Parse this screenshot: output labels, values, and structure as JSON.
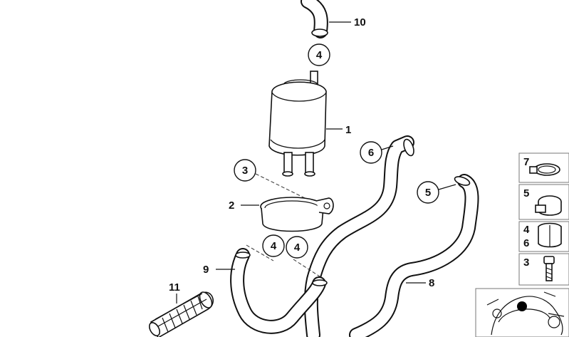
{
  "callouts": {
    "c1": "1",
    "c2": "2",
    "c3": "3",
    "c4_top": "4",
    "c4_mid_a": "4",
    "c4_mid_b": "4",
    "c5": "5",
    "c6": "6",
    "c8": "8",
    "c9": "9",
    "c10": "10",
    "c11": "11"
  },
  "side_panel": {
    "items": [
      {
        "label": "7"
      },
      {
        "label": "5"
      },
      {
        "label": "4"
      },
      {
        "label": "6"
      },
      {
        "label": "3"
      }
    ]
  },
  "colors": {
    "line": "#111111",
    "background": "#ffffff",
    "panel_border": "#777777"
  }
}
